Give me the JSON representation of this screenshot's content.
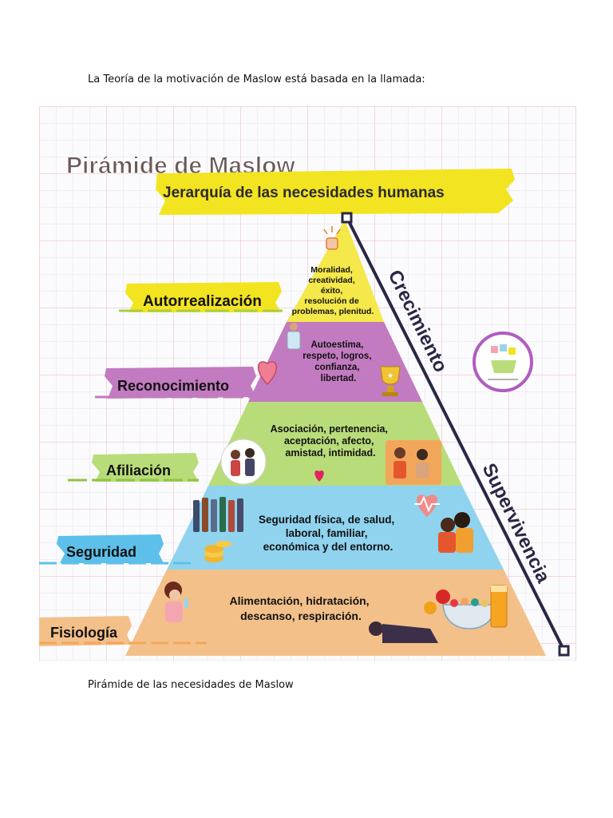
{
  "document": {
    "intro": "La Teoría de la motivación de Maslow está basada en la llamada:",
    "caption": "Pirámide de las necesidades de Maslow"
  },
  "infographic": {
    "title": "Pirámide de Maslow",
    "subtitle": "Jerarquía de las necesidades humanas",
    "arrow_top_label": "Crecimiento",
    "arrow_bottom_label": "Supervivencia",
    "colors": {
      "yellow": "#f4e84a",
      "purple": "#c27ac0",
      "green": "#b9dc7a",
      "blue": "#8fd3ef",
      "orange": "#f3c08a",
      "label_purple": "#c27ac0",
      "label_blue": "#5cc0ea",
      "title_grey": "#6b5a58",
      "accent": "#f3d21a"
    },
    "levels": [
      {
        "label": "Autorrealización",
        "description": [
          "Moralidad,",
          "creatividad,",
          "éxito,",
          "resolución de",
          "problemas, plenitud."
        ]
      },
      {
        "label": "Reconocimiento",
        "description": [
          "Autoestima,",
          "respeto, logros,",
          "confianza,",
          "libertad."
        ]
      },
      {
        "label": "Afiliación",
        "description": [
          "Asociación, pertenencia,",
          "aceptación, afecto,",
          "amistad, intimidad."
        ]
      },
      {
        "label": "Seguridad",
        "description": [
          "Seguridad física, de salud,",
          "laboral, familiar,",
          "económica y del entorno."
        ]
      },
      {
        "label": "Fisiología",
        "description": [
          "Alimentación, hidratación,",
          "descanso, respiración."
        ]
      }
    ]
  }
}
